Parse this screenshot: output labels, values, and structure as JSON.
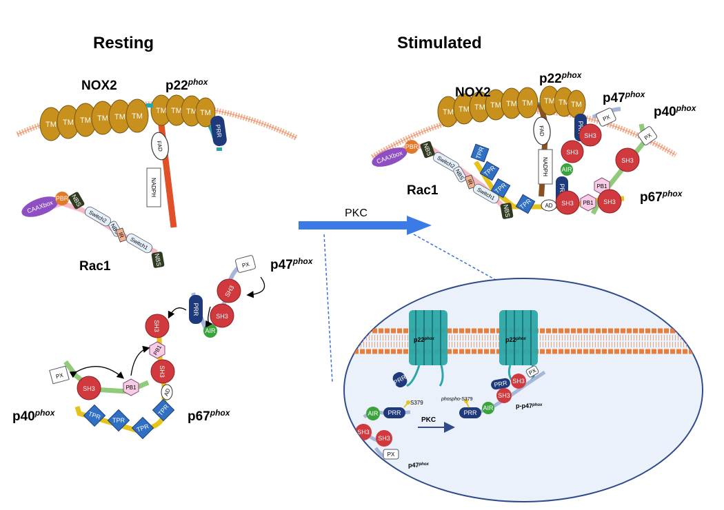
{
  "headings": {
    "resting": "Resting",
    "stimulated": "Stimulated"
  },
  "labels": {
    "nox2": "NOX2",
    "p22": "p22",
    "phox": "phox",
    "rac1": "Rac1",
    "p47": "p47",
    "p40": "p40",
    "p67": "p67",
    "pkc": "PKC",
    "p_p47": "p-p47"
  },
  "domains": {
    "tm": "TM",
    "prr": "PRR",
    "fad": "FAD",
    "nadph": "NADPH",
    "caax": "CAAXbox",
    "pbr": "PBR",
    "nbs": "NBS",
    "switch1": "Switch1",
    "switch2": "Switch2",
    "ir": "IR",
    "px": "PX",
    "sh3": "SH3",
    "air": "AIR",
    "pb1": "PB1",
    "ad": "AD",
    "tpr": "TPR"
  },
  "inset": {
    "s379": "S379",
    "phospho": "phospho",
    "s379_short": "-S379"
  },
  "colors": {
    "tm_gold": "#C8901C",
    "prr_navy": "#1F3A7A",
    "sh3_red": "#D0393E",
    "air_green": "#3BA33B",
    "tpr_blue": "#2F6FC4",
    "p22_orange": "#E0512A",
    "arrow_blue": "#3A7BE8",
    "membrane": "#F2B08F",
    "caax_purple": "#8E4FC2",
    "pbr_orange": "#E07A2A",
    "nbs_dark": "#2F3A20",
    "linker_yellow": "#E6C21A",
    "linker_green": "#8FCB7A",
    "teal": "#2BA6A8"
  }
}
